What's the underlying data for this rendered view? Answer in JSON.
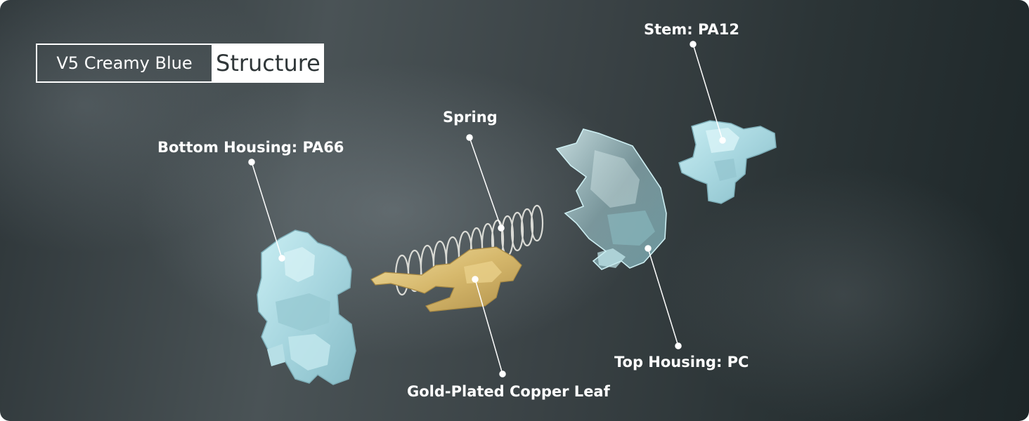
{
  "header": {
    "product": "V5 Creamy Blue",
    "section": "Structure"
  },
  "callouts": {
    "stem": "Stem: PA12",
    "spring": "Spring",
    "bottom_housing": "Bottom Housing: PA66",
    "top_housing": "Top Housing: PC",
    "leaf": "Gold-Plated Copper Leaf"
  },
  "colors": {
    "background": "#3f484b",
    "housing_blue": "#a9d8e0",
    "leaf_gold": "#d9bf7a",
    "spring_silver": "#d8d8d2",
    "callout_line": "#ffffff"
  }
}
